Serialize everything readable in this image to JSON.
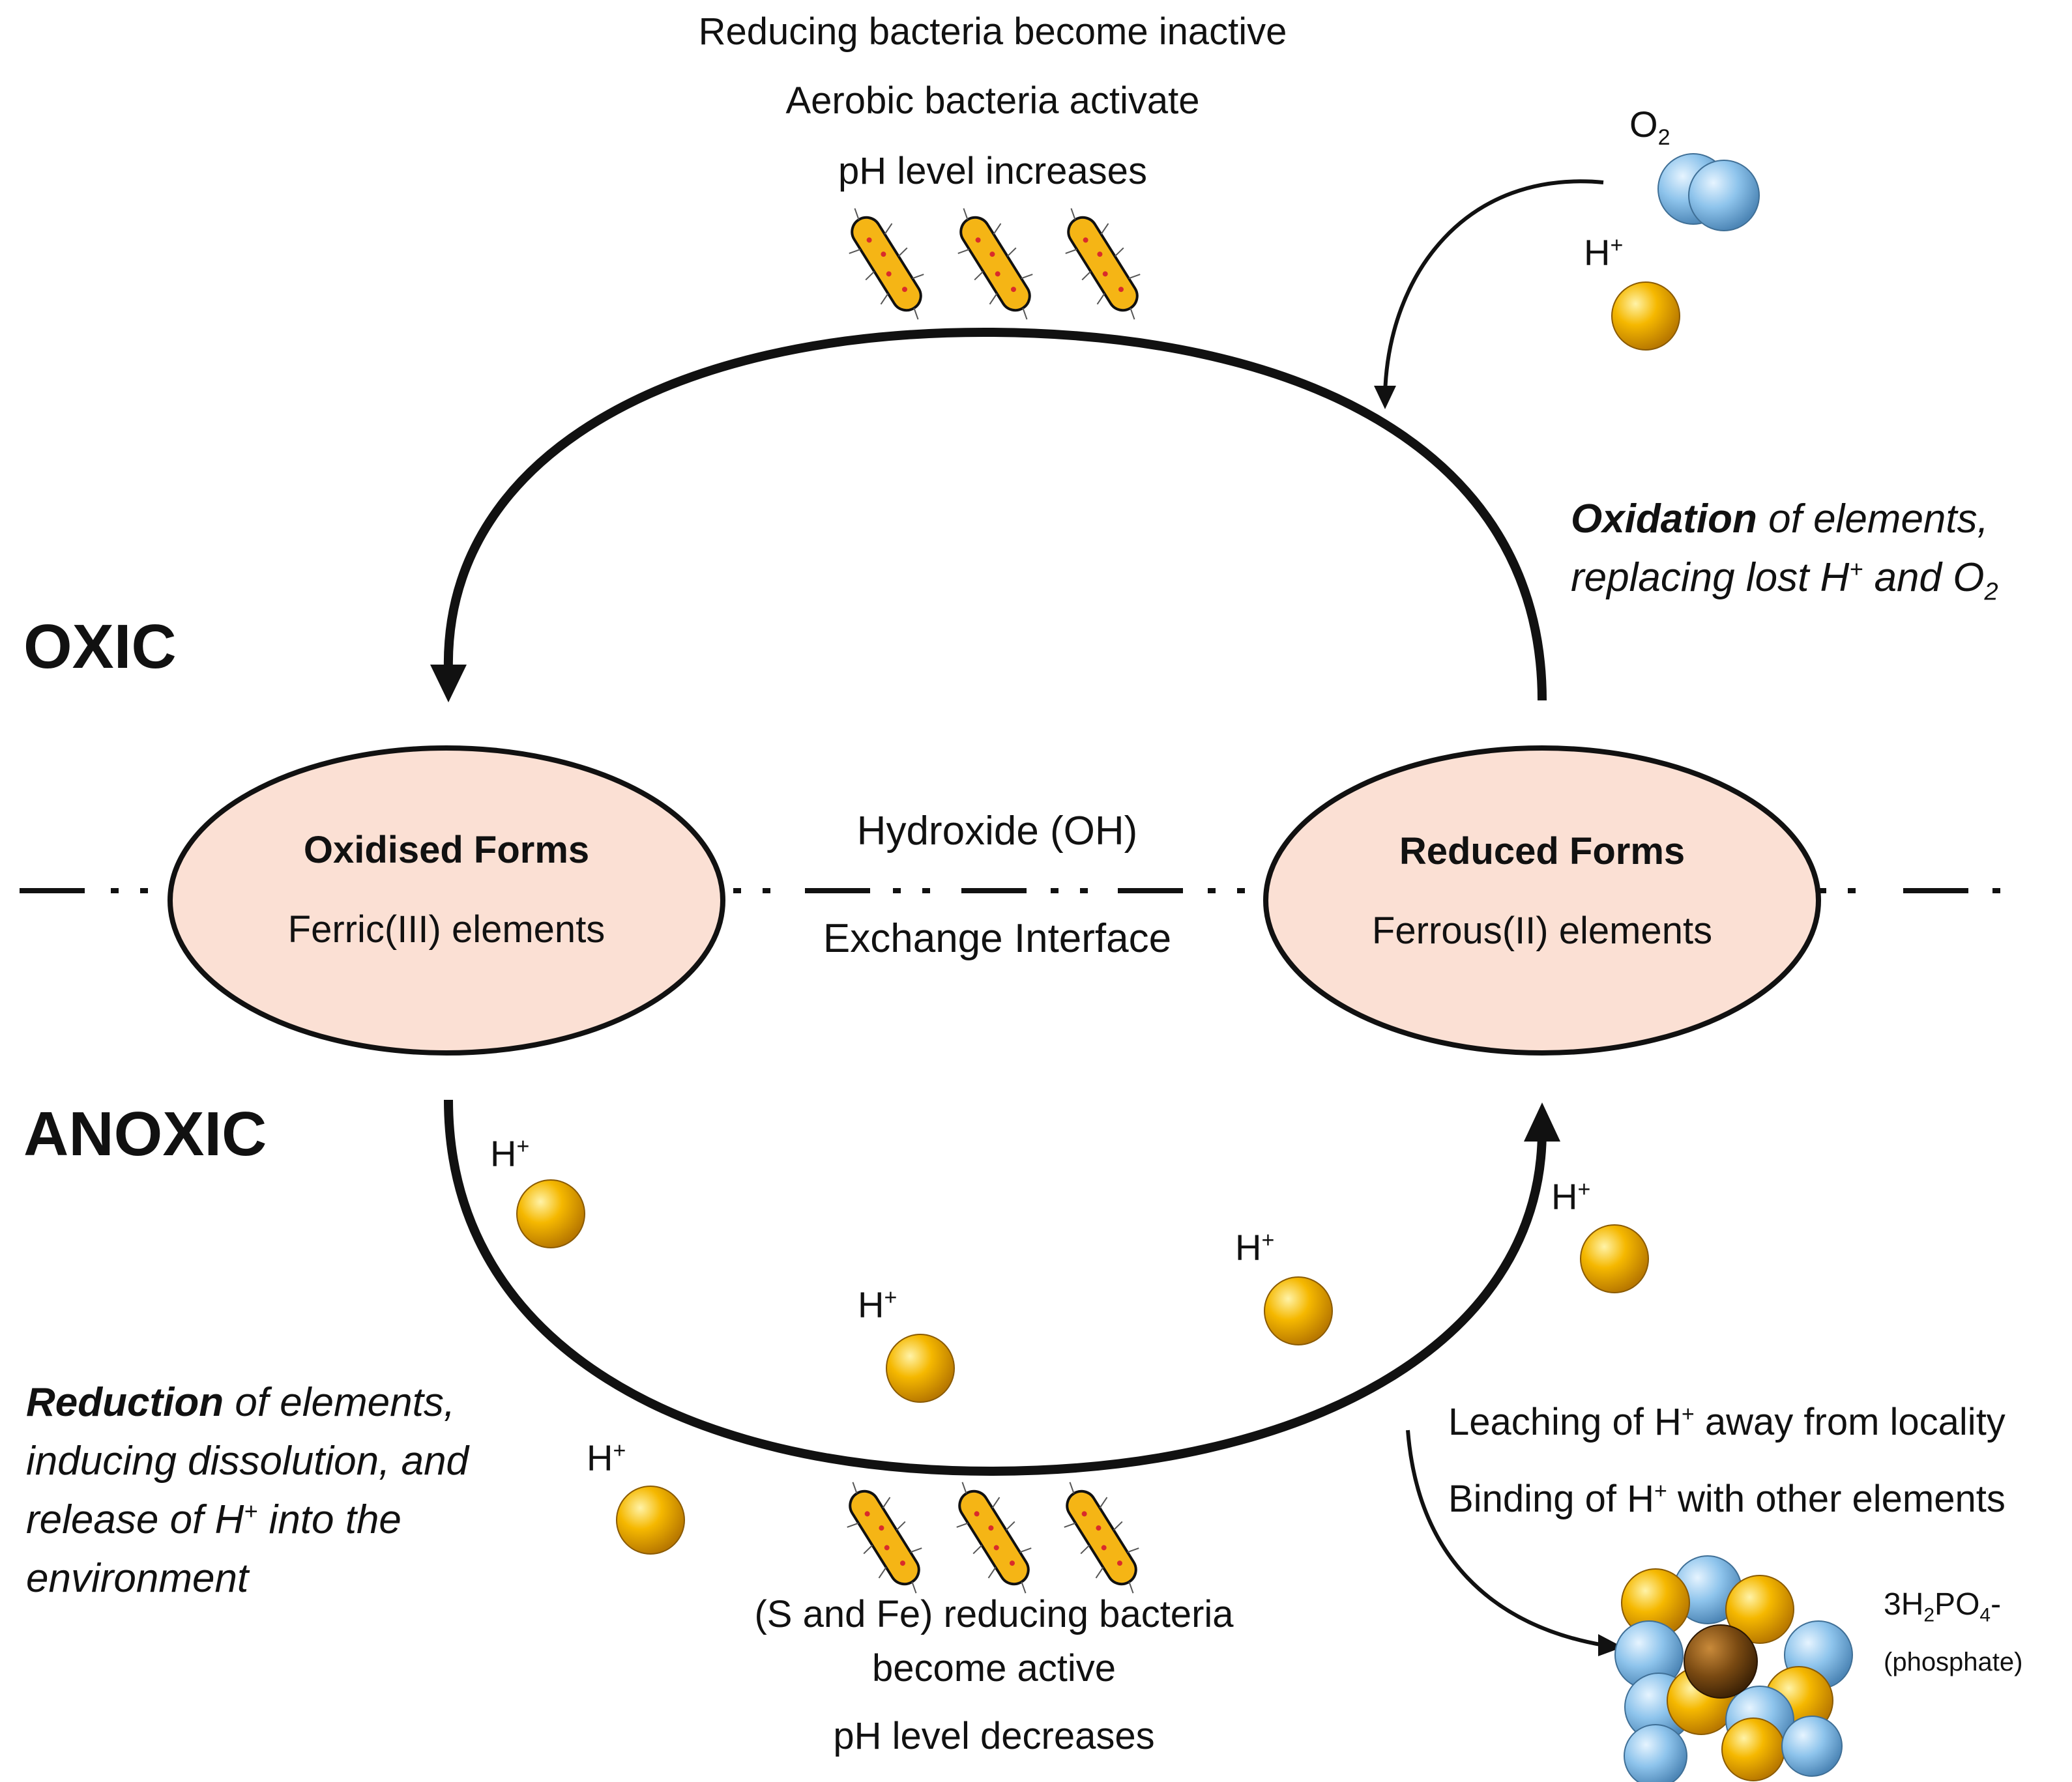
{
  "diagram": {
    "top_effects": [
      "Reducing bacteria become inactive",
      "Aerobic bacteria activate",
      "pH level increases"
    ],
    "zone_oxic": "OXIC",
    "zone_anoxic": "ANOXIC",
    "left_node": {
      "title": "Oxidised Forms",
      "subtitle": "Ferric(III) elements"
    },
    "right_node": {
      "title": "Reduced Forms",
      "subtitle": "Ferrous(II) elements"
    },
    "interface_top": "Hydroxide (OH)",
    "interface_bottom": "Exchange Interface",
    "oxidation_note": {
      "bold": "Oxidation",
      "rest1": " of elements,",
      "line2_pre": "replacing lost H",
      "line2_sup": "+",
      "line2_mid": " and O",
      "line2_sub": "2"
    },
    "reduction_note": {
      "bold": "Reduction",
      "rest1": " of elements,",
      "line2": "inducing dissolution, and",
      "line3_pre": "release of H",
      "line3_sup": "+",
      "line3_post": " into the",
      "line4": "environment"
    },
    "ion_h": "H",
    "ion_h_charge": "+",
    "ion_o2": "O",
    "ion_o2_sub": "2",
    "bottom_effects": [
      "(S and Fe) reducing bacteria",
      "become active",
      "pH level decreases"
    ],
    "leaching": {
      "pre": "Leaching of H",
      "sup": "+",
      "post": " away from locality"
    },
    "binding": {
      "pre": "Binding of H",
      "sup": "+",
      "post": " with other elements"
    },
    "phosphate": {
      "pre": "3H",
      "sub1": "2",
      "mid": "PO",
      "sub2": "4",
      "post": "-",
      "label": "(phosphate)"
    },
    "colors": {
      "node_fill": "#fbe0d4",
      "proton": "#f2b705",
      "oxygen": "#8fc3e8",
      "bacteria": "#f5b515",
      "core": "#7a4a12"
    }
  }
}
